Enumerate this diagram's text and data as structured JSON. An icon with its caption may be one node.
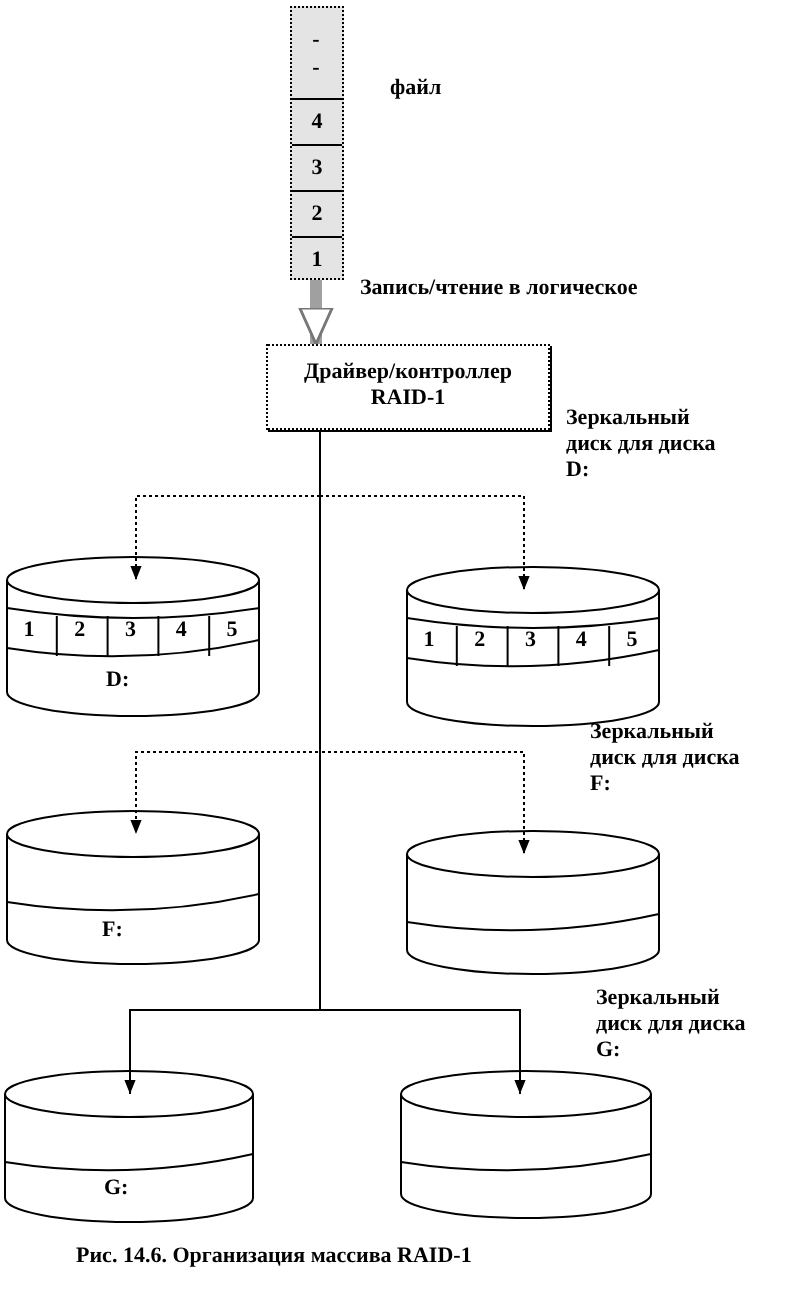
{
  "diagram": {
    "caption": "Рис. 14.6. Организация массива RAID-1",
    "nodes": [
      {
        "text": [
          "- -",
          "4",
          "3",
          "2",
          "1"
        ],
        "beside": [
          "файл"
        ]
      },
      {
        "text": [
          "Драйвер/контроллер RAID-1"
        ]
      },
      {
        "text": [
          "1",
          "2",
          "3",
          "4",
          "5",
          "D:"
        ]
      },
      {
        "text": [
          "1",
          "2",
          "3",
          "4",
          "5"
        ]
      },
      {
        "text": [
          "F:"
        ]
      },
      {
        "text": [],
        "shape": "cylinder"
      },
      {
        "text": [
          "G:"
        ]
      },
      {
        "text": [],
        "shape": "cylinder"
      }
    ],
    "labels": [
      "Зеркальный диск для диска D:",
      "Зеркальный диск для диска F:",
      "Зеркальный диск для диска G:"
    ],
    "edges": [
      {
        "from": 0,
        "to": 1,
        "arrow": "to",
        "label": "Запись/чтение в логическое",
        "style": "thick",
        "color": "#a0a0a0"
      },
      {
        "from": 1,
        "to": 2,
        "arrow": "to",
        "style": "dashed"
      },
      {
        "from": 1,
        "to": 3,
        "arrow": "to",
        "style": "dashed"
      },
      {
        "from": 1,
        "to": 4,
        "arrow": "to",
        "style": "dashed"
      },
      {
        "from": 1,
        "to": 5,
        "arrow": "to",
        "style": "dashed"
      },
      {
        "from": 1,
        "to": 6,
        "arrow": "to"
      },
      {
        "from": 1,
        "to": 7,
        "arrow": "to"
      }
    ]
  }
}
